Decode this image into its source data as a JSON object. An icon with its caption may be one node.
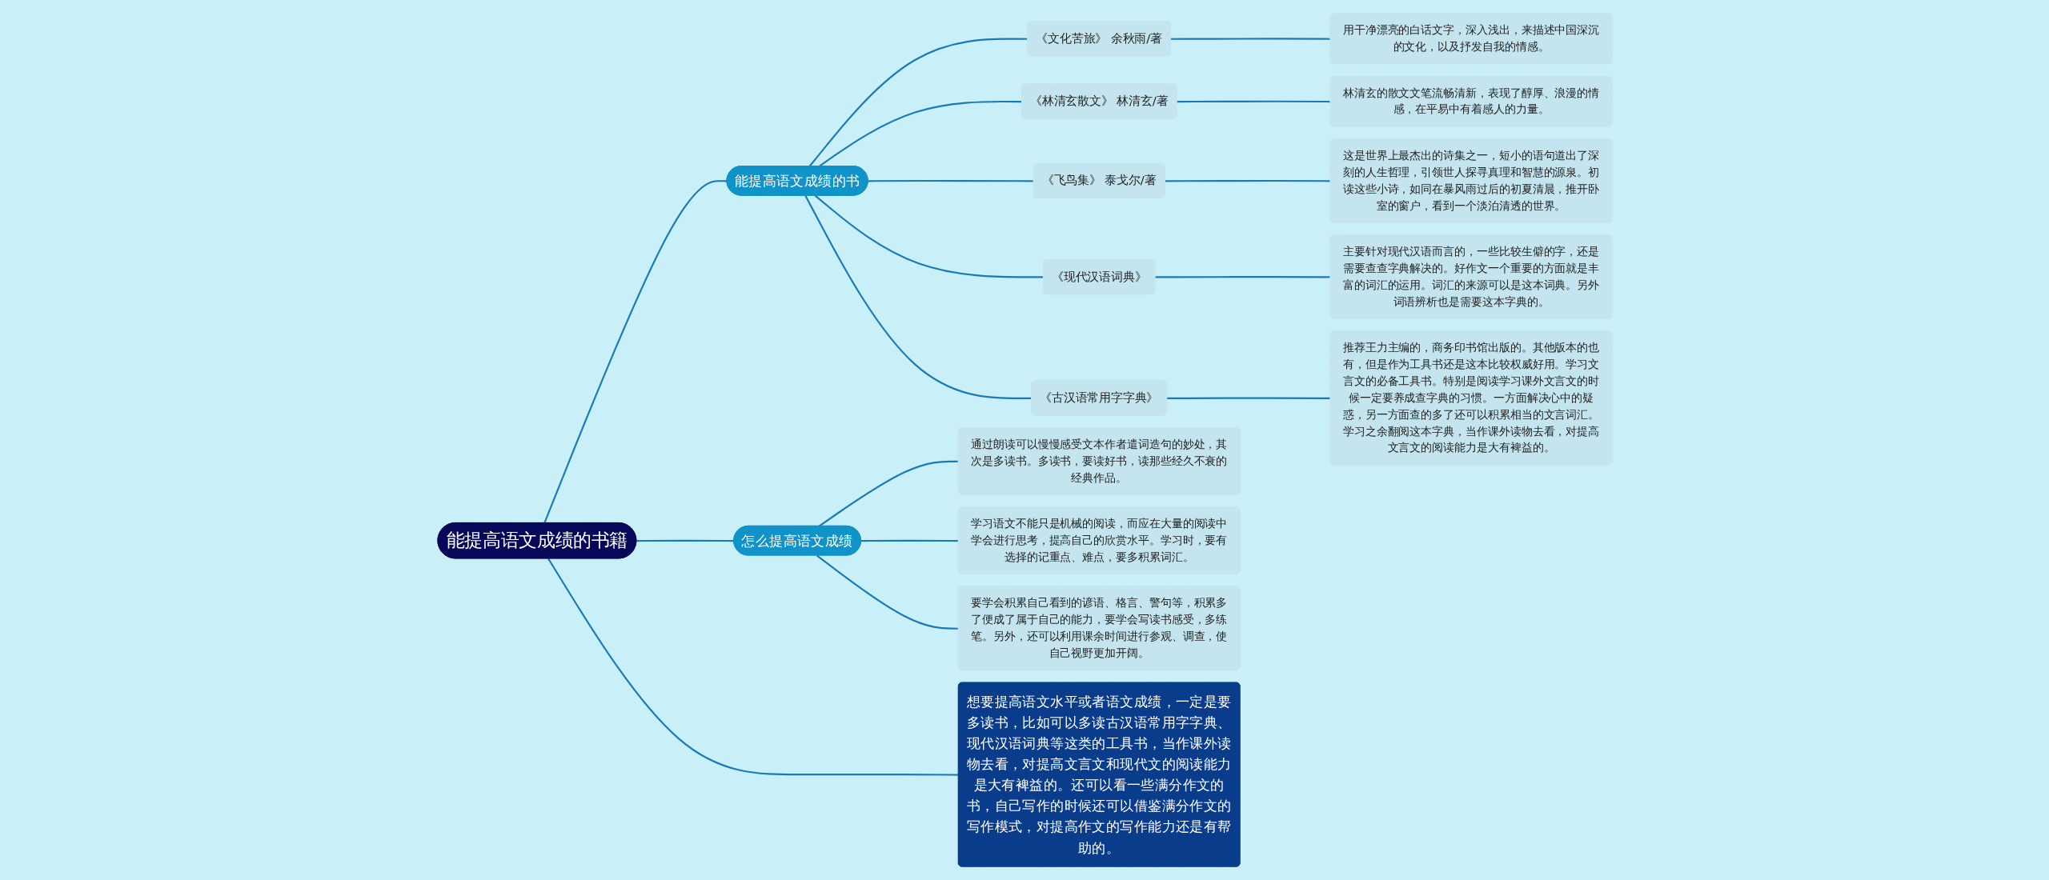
{
  "diagram": {
    "nodes": [
      {
        "text": [
          "能提高语文成绩的书籍"
        ]
      },
      {
        "text": [
          "能提高语文成绩的书"
        ]
      },
      {
        "text": [
          "《文化苦旅》 余秋雨/著"
        ]
      },
      {
        "text": [
          "用干净漂亮的白话文字，深入浅出，来描述中国深沉的文化，以及抒发自我的情感。"
        ]
      },
      {
        "text": [
          "《林清玄散文》 林清玄/著"
        ]
      },
      {
        "text": [
          "林清玄的散文文笔流畅清新，表现了醇厚、浪漫的情感，在平易中有着感人的力量。"
        ]
      },
      {
        "text": [
          "《飞鸟集》 泰戈尔/著"
        ]
      },
      {
        "text": [
          "这是世界上最杰出的诗集之一，短小的语句道出了深刻的人生哲理，引领世人探寻真理和智慧的源泉。初读这些小诗，如同在暴风雨过后的初夏清晨，推开卧室的窗户，看到一个淡泊清透的世界。"
        ]
      },
      {
        "text": [
          "《现代汉语词典》"
        ]
      },
      {
        "text": [
          "主要针对现代汉语而言的，一些比较生僻的字，还是需要查查字典解决的。好作文一个重要的方面就是丰富的词汇的运用。词汇的来源可以是这本词典。另外词语辨析也是需要这本字典的。"
        ]
      },
      {
        "text": [
          "《古汉语常用字字典》"
        ]
      },
      {
        "text": [
          "推荐王力主编的，商务印书馆出版的。其他版本的也有，但是作为工具书还是这本比较权威好用。学习文言文的必备工具书。特别是阅读学习课外文言文的时候一定要养成查字典的习惯。一方面解决心中的疑惑，另一方面查的多了还可以积累相当的文言词汇。学习之余翻阅这本字典，当作课外读物去看，对提高文言文的阅读能力是大有裨益的。"
        ]
      },
      {
        "text": [
          "想要提高语文水平或者语文成绩，一定是要多读书，比如可以多读古汉语常用字字典、现代汉语词典等这类的工具书，当作课外读物去看，对提高文言文和现代文的阅读能力是大有裨益的。还可以看一些满分作文的书，自己写作的时候还可以借鉴满分作文的写作模式，对提高作文的写作能力还是有帮助的。"
        ]
      },
      {
        "text": [
          "怎么提高语文成绩"
        ]
      },
      {
        "text": [
          "通过朗读可以慢慢感受文本作者遣词造句的妙处，其次是多读书。多读书，要读好书，读那些经久不衰的经典作品。"
        ]
      },
      {
        "text": [
          "学习语文不能只是机械的阅读，而应在大量的阅读中学会进行思考，提高自己的欣赏水平。学习时，要有选择的记重点、难点，要多积累词汇。"
        ]
      },
      {
        "text": [
          "要学会积累自己看到的谚语、格言、警句等，积累多了便成了属于自己的能力，要学会写读书感受，多练笔。另外，还可以利用课余时间进行参观、调查，使自己视野更加开阔。"
        ]
      }
    ],
    "edges": [
      {
        "from": 0,
        "to": 1,
        "arrow": "none"
      },
      {
        "from": 1,
        "to": 2,
        "arrow": "none"
      },
      {
        "from": 2,
        "to": 3,
        "arrow": "none"
      },
      {
        "from": 1,
        "to": 4,
        "arrow": "none"
      },
      {
        "from": 4,
        "to": 5,
        "arrow": "none"
      },
      {
        "from": 1,
        "to": 6,
        "arrow": "none"
      },
      {
        "from": 6,
        "to": 7,
        "arrow": "none"
      },
      {
        "from": 1,
        "to": 8,
        "arrow": "none"
      },
      {
        "from": 8,
        "to": 9,
        "arrow": "none"
      },
      {
        "from": 1,
        "to": 10,
        "arrow": "none"
      },
      {
        "from": 10,
        "to": 11,
        "arrow": "none"
      },
      {
        "from": 0,
        "to": 12,
        "arrow": "none"
      },
      {
        "from": 0,
        "to": 13,
        "arrow": "none"
      },
      {
        "from": 13,
        "to": 14,
        "arrow": "none"
      },
      {
        "from": 13,
        "to": 15,
        "arrow": "none"
      },
      {
        "from": 13,
        "to": 16,
        "arrow": "none"
      }
    ]
  }
}
